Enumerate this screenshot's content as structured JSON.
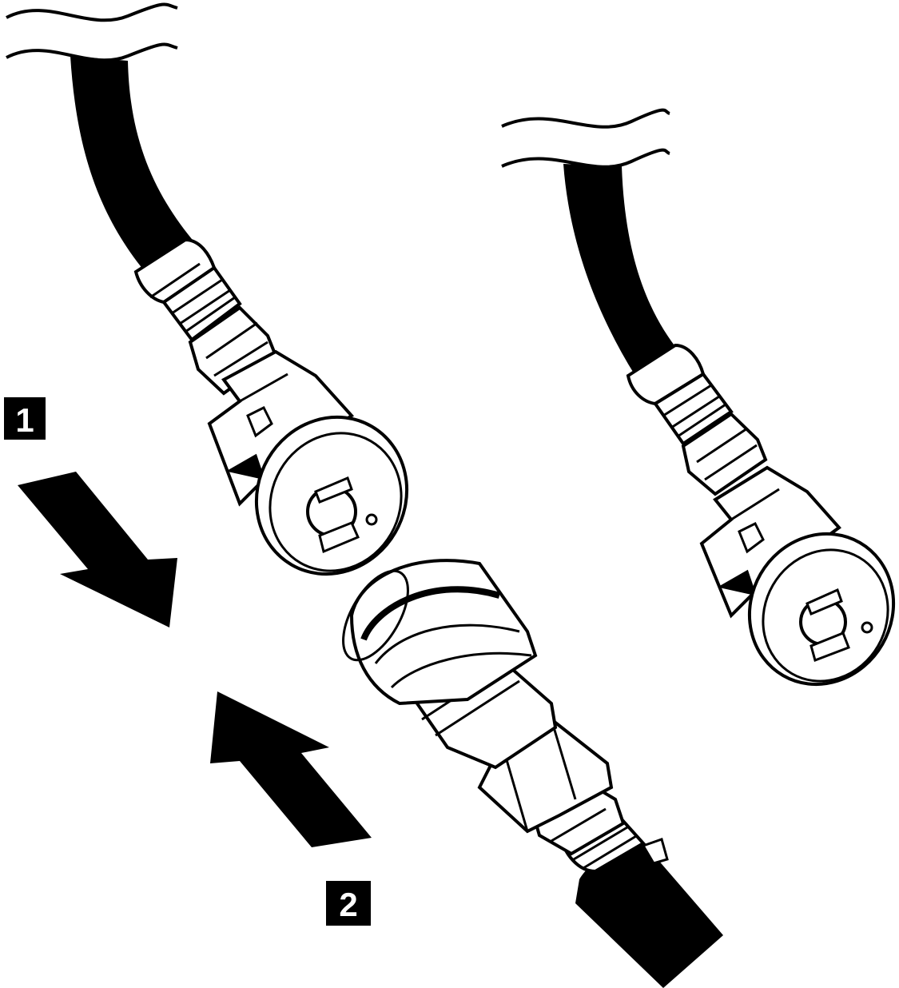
{
  "diagram": {
    "steps": [
      {
        "number": "1",
        "action": "push-down-right-arrow"
      },
      {
        "number": "2",
        "action": "pull-up-left-arrow"
      }
    ],
    "parts": [
      "upper-hose-with-female-coupler",
      "right-hose-with-female-coupler",
      "lower-hose-with-male-coupler"
    ],
    "colors": {
      "ink": "#000000",
      "paper": "#ffffff",
      "label_bg": "#000000",
      "label_text": "#ffffff"
    }
  }
}
